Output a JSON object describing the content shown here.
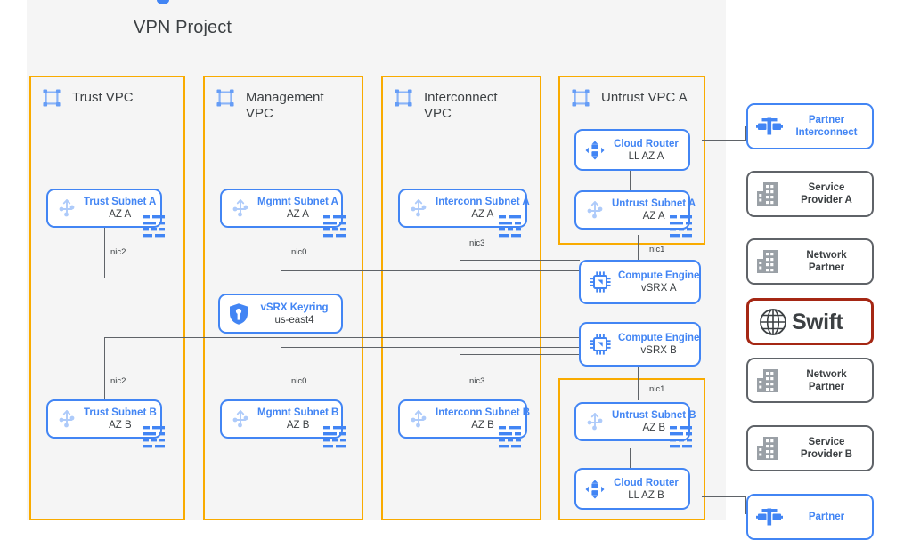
{
  "diagram": {
    "title": "VPN Project",
    "accent_vpc_border": "#f9ab00",
    "accent_node_border": "#4285f4",
    "accent_node_text": "#4285f4",
    "gray_border": "#5f6368",
    "swift_border": "#a52714",
    "canvas_bg": "#f5f5f5"
  },
  "vpcs": [
    {
      "label": "Trust VPC",
      "icon": "vpc-network-icon"
    },
    {
      "label": "Management\nVPC",
      "icon": "vpc-network-icon"
    },
    {
      "label": "Interconnect\nVPC",
      "icon": "vpc-network-icon"
    },
    {
      "label": "Untrust VPC A",
      "icon": "vpc-network-icon"
    },
    {
      "label": "",
      "icon": "vpc-network-icon"
    }
  ],
  "vpc_labels": {
    "trust": "Trust VPC",
    "management_line1": "Management",
    "management_line2": "VPC",
    "interconnect_line1": "Interconnect",
    "interconnect_line2": "VPC",
    "untrust_a": "Untrust VPC A"
  },
  "subnets": [
    {
      "name": "Trust Subnet A",
      "zone": "AZ A",
      "icon": "subnet-icon",
      "nic": "nic2"
    },
    {
      "name": "Mgmnt Subnet A",
      "zone": "AZ A",
      "icon": "subnet-icon",
      "nic": "nic0"
    },
    {
      "name": "Interconn Subnet A",
      "zone": "AZ A",
      "icon": "subnet-icon",
      "nic": "nic3"
    },
    {
      "name": "Untrust Subnet A",
      "zone": "AZ A",
      "icon": "subnet-icon",
      "nic": "nic1"
    },
    {
      "name": "Trust Subnet B",
      "zone": "AZ B",
      "icon": "subnet-icon",
      "nic": "nic2"
    },
    {
      "name": "Mgmnt Subnet B",
      "zone": "AZ B",
      "icon": "subnet-icon",
      "nic": "nic0"
    },
    {
      "name": "Interconn Subnet B",
      "zone": "AZ B",
      "icon": "subnet-icon",
      "nic": "nic3"
    },
    {
      "name": "Untrust Subnet B",
      "zone": "AZ B",
      "icon": "subnet-icon",
      "nic": "nic1"
    }
  ],
  "routers": [
    {
      "name": "Cloud Router",
      "detail": "LL AZ A",
      "icon": "cloud-router-icon"
    },
    {
      "name": "Cloud Router",
      "detail": "LL AZ B",
      "icon": "cloud-router-icon"
    }
  ],
  "compute": [
    {
      "name": "Compute Engine",
      "detail": "vSRX A",
      "icon": "compute-engine-icon"
    },
    {
      "name": "Compute Engine",
      "detail": "vSRX B",
      "icon": "compute-engine-icon"
    }
  ],
  "keyring": {
    "name": "vSRX Keyring",
    "detail": "us-east4",
    "icon": "key-management-icon"
  },
  "external_chain": [
    {
      "name": "Partner",
      "detail": "Interconnect",
      "icon": "partner-interconnect-icon",
      "style": "blue"
    },
    {
      "name": "Service",
      "detail": "Provider A",
      "icon": "building-icon",
      "style": "gray"
    },
    {
      "name": "Network",
      "detail": "Partner",
      "icon": "building-icon",
      "style": "gray"
    },
    {
      "name": "Swift",
      "detail": "",
      "icon": "globe-icon",
      "style": "red"
    },
    {
      "name": "Network",
      "detail": "Partner",
      "icon": "building-icon",
      "style": "gray"
    },
    {
      "name": "Service",
      "detail": "Provider B",
      "icon": "building-icon",
      "style": "gray"
    },
    {
      "name": "Partner",
      "detail": "",
      "icon": "partner-interconnect-icon",
      "style": "blue"
    }
  ],
  "swift": {
    "label": "Swift",
    "icon": "globe-icon"
  }
}
